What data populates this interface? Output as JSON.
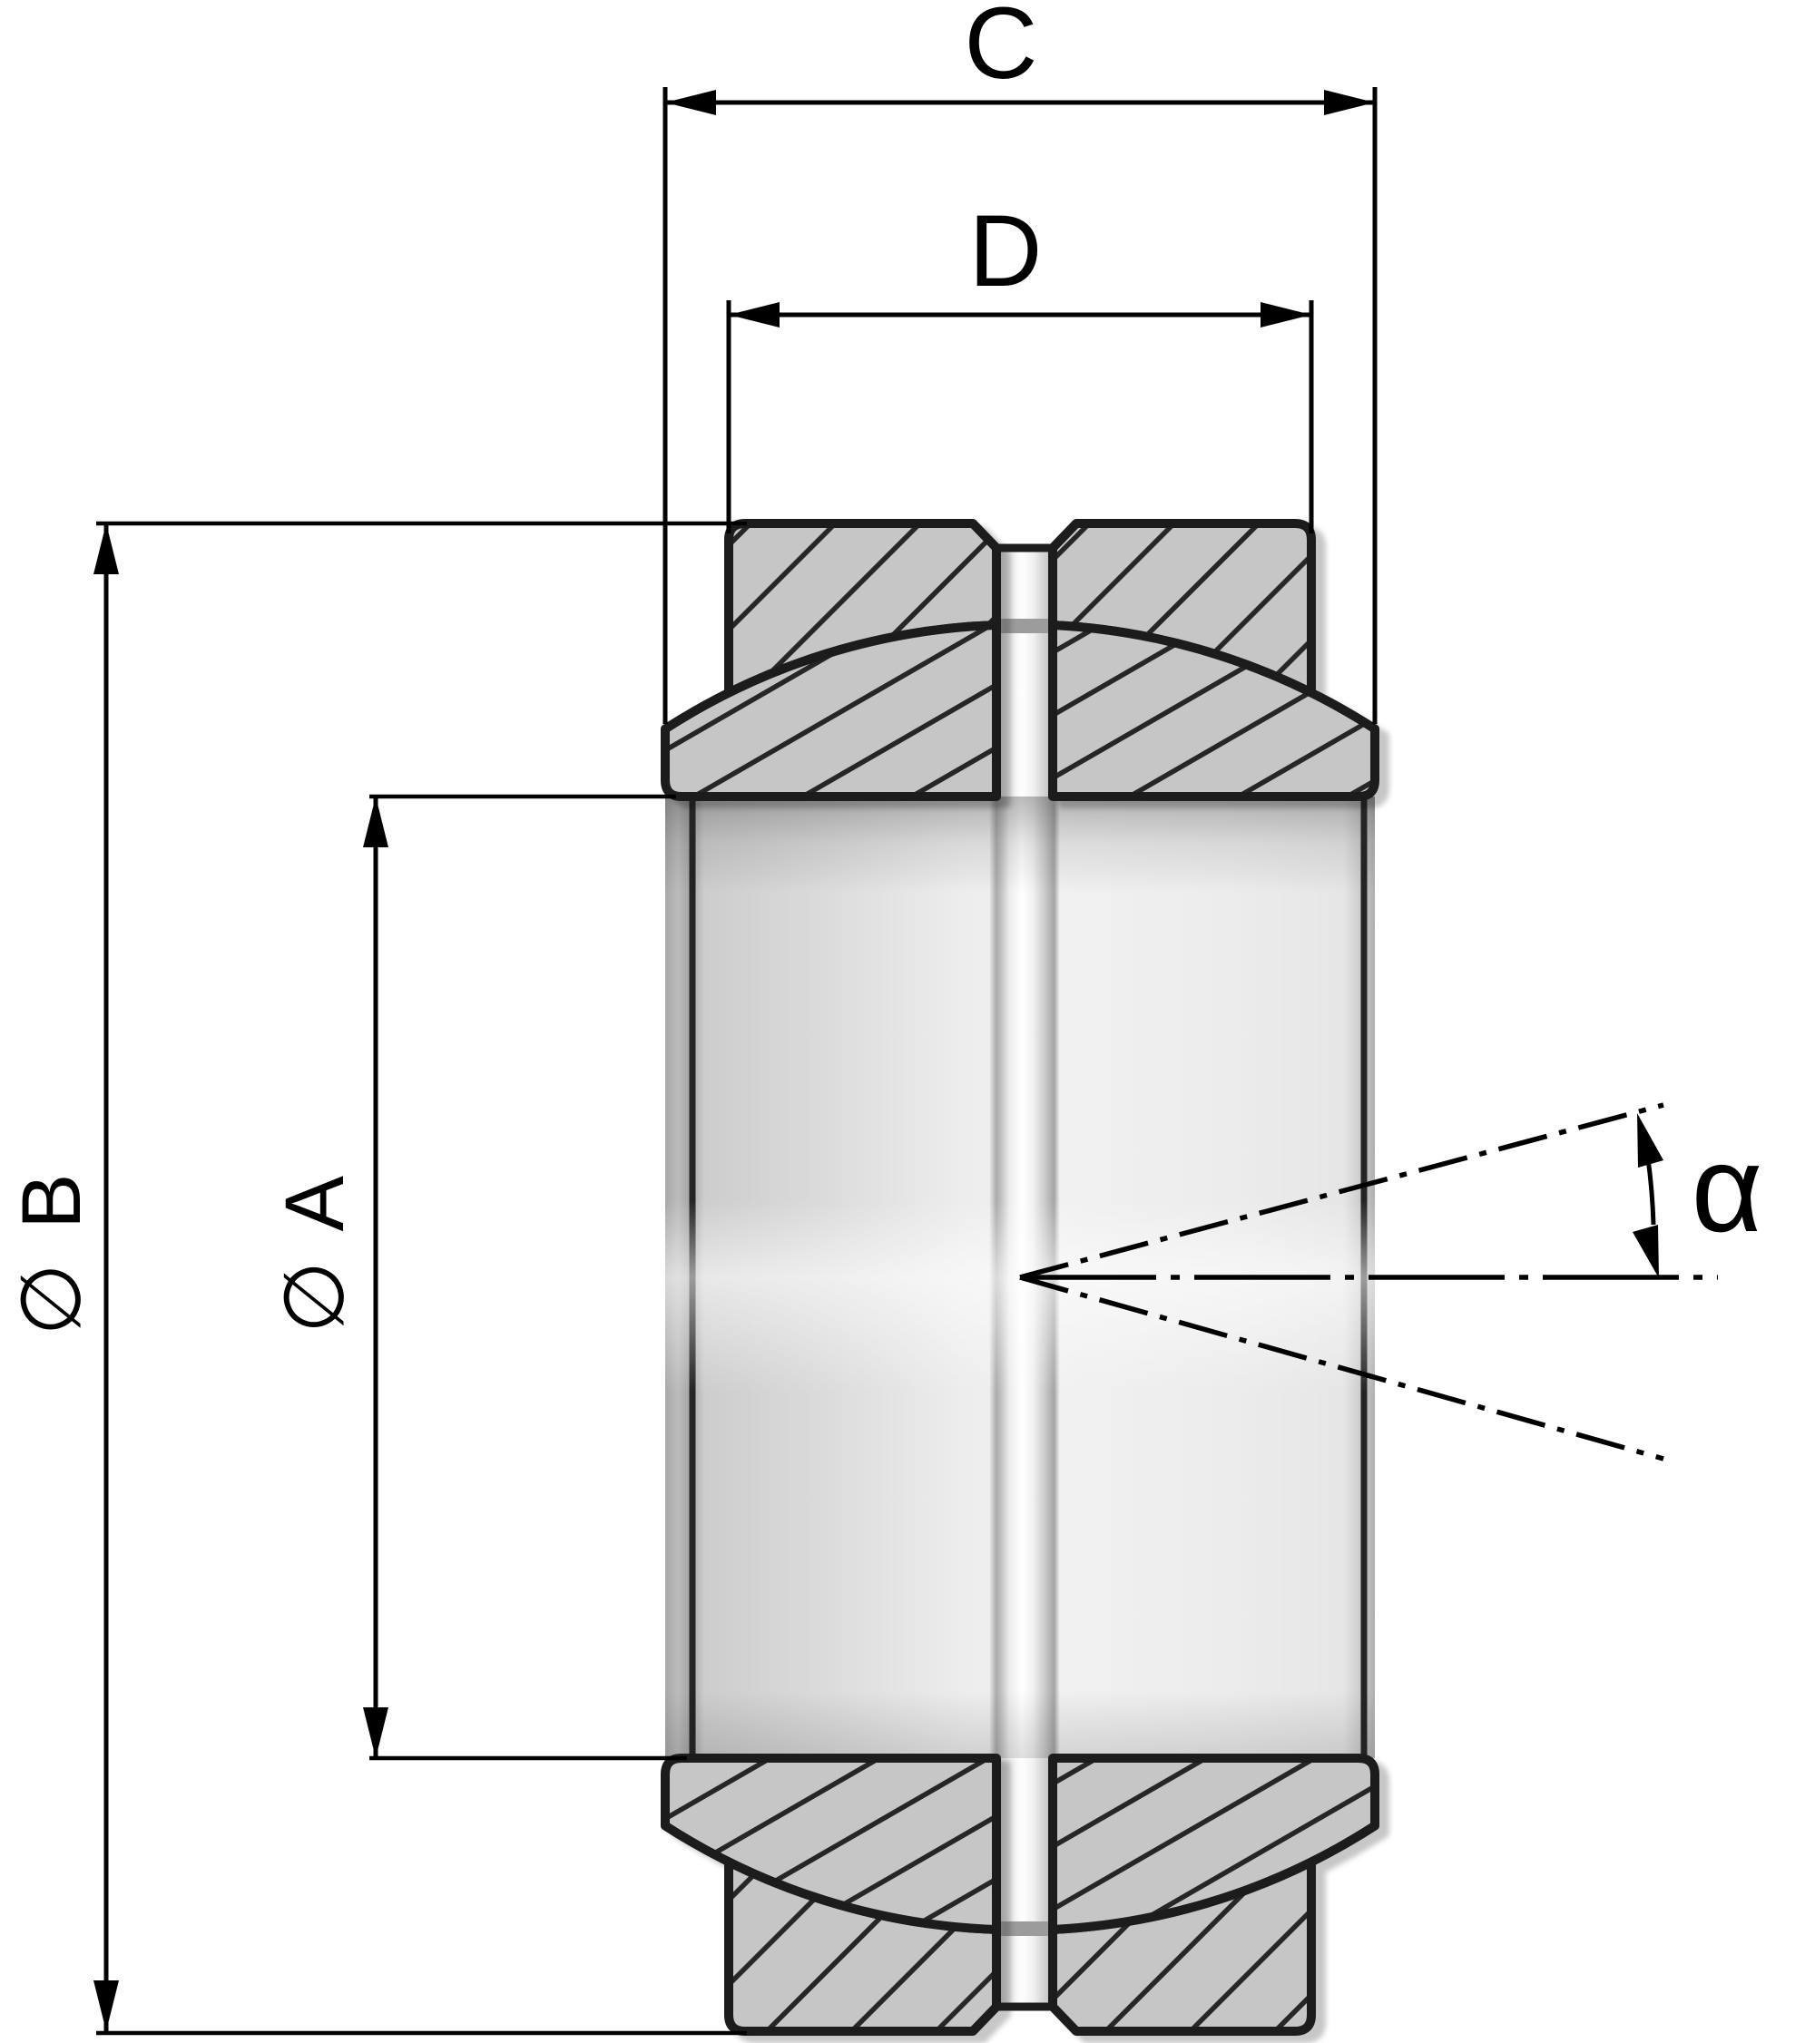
{
  "drawing": {
    "type": "engineering-section-drawing",
    "labels": {
      "c": "C",
      "d": "D",
      "b": "∅ B",
      "a": "∅ A",
      "alpha": "α"
    },
    "colors": {
      "background": "#ffffff",
      "dimension_lines": "#000000",
      "part_outline": "#1d1d1d",
      "part_fill": "#c6c6c6",
      "hatch_lines": "#262626",
      "bore_highlight": "#ffffff",
      "bore_shadow": "#9e9e9e"
    }
  }
}
